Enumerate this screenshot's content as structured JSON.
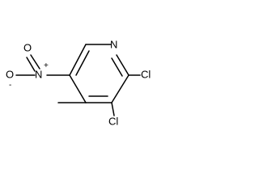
{
  "molecule": {
    "atoms": {
      "ring_nitrogen": "N",
      "chlorine_2": "Cl",
      "chlorine_3": "Cl",
      "nitro_nitrogen": "N",
      "nitro_charge": "+",
      "nitro_oxygen_top": "O",
      "nitro_oxygen_left": "O",
      "oxide_charge": "-"
    },
    "colors": {
      "bond": "#000000",
      "label": "#000000",
      "background": "#ffffff"
    }
  }
}
